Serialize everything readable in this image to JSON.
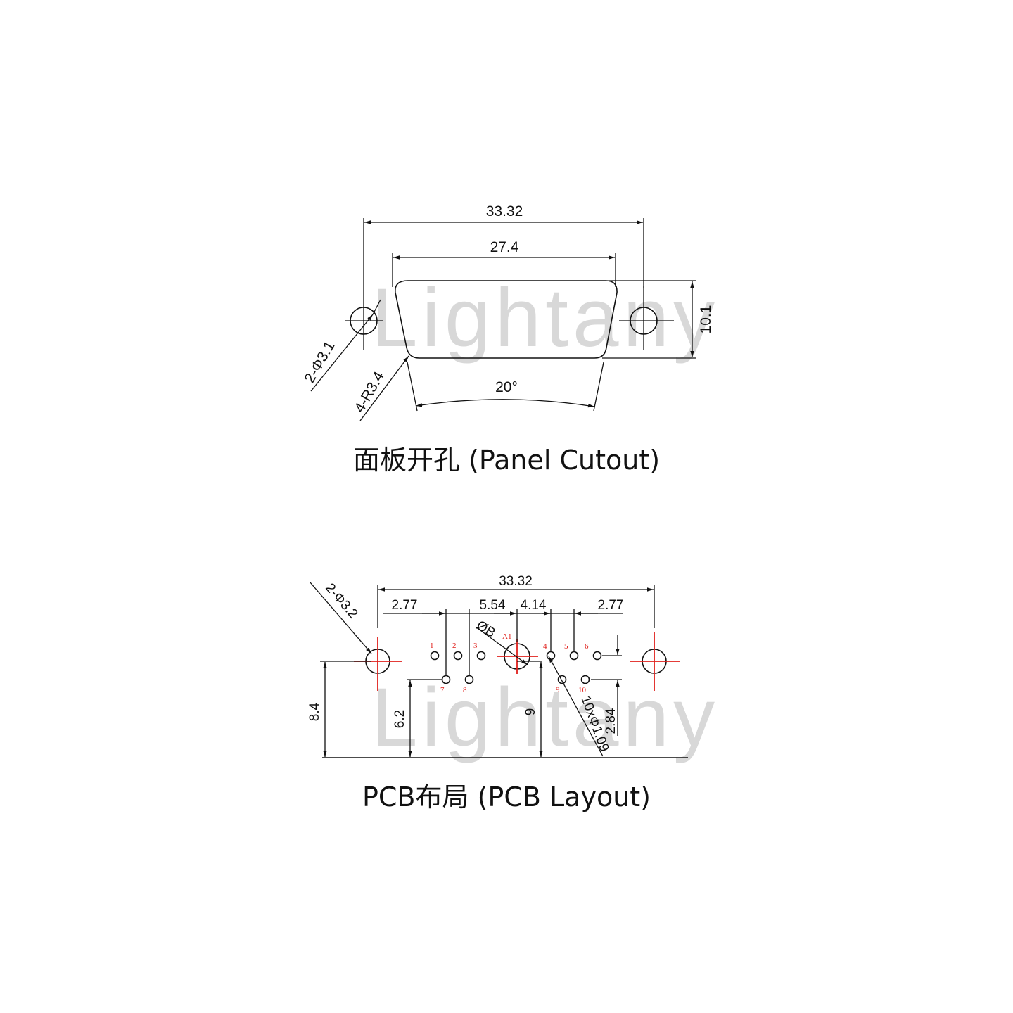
{
  "watermark": "Lightany",
  "panel_cutout": {
    "caption": "面板开孔 (Panel Cutout)",
    "dim_overall_width": "33.32",
    "dim_slot_width": "27.4",
    "dim_height": "10.1",
    "dim_mount_holes": "2-Φ3.1",
    "dim_corner_radius": "4-R3.4",
    "dim_angle": "20°"
  },
  "pcb_layout": {
    "caption": "PCB布局 (PCB Layout)",
    "dim_overall_width": "33.32",
    "dim_left_pitch": "2.77",
    "dim_center_left": "5.54",
    "dim_center_right": "4.14",
    "dim_right_pitch": "2.77",
    "dim_coax_diameter": "ØB",
    "coax_label": "A1",
    "dim_mount_holes": "2-Φ3.2",
    "dim_mount_height": "8.4",
    "dim_row2_height": "6.2",
    "dim_coax_height": "9",
    "dim_row_spacing": "2.84",
    "dim_pin_holes": "10xΦ1.09",
    "pins_row1": [
      "1",
      "2",
      "3",
      "4",
      "5",
      "6"
    ],
    "pins_row2": [
      "7",
      "8",
      "9",
      "10"
    ]
  }
}
